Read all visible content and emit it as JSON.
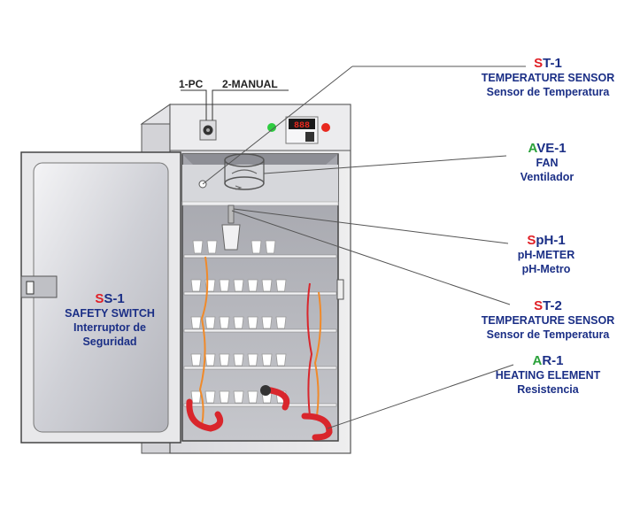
{
  "switch_modes": {
    "pc": "1-PC",
    "manual": "2-MANUAL"
  },
  "display_value": "888",
  "labels": [
    {
      "id": "st1",
      "code_first": "S",
      "code_rest": "T-1",
      "first_color": "red",
      "line1": "TEMPERATURE SENSOR",
      "line2": "Sensor de Temperatura"
    },
    {
      "id": "ave1",
      "code_first": "A",
      "code_rest": "VE-1",
      "first_color": "green",
      "line1": "FAN",
      "line2": "Ventilador"
    },
    {
      "id": "sph1",
      "code_first": "S",
      "code_rest": "pH-1",
      "first_color": "red",
      "line1": "pH-METER",
      "line2": "pH-Metro"
    },
    {
      "id": "st2",
      "code_first": "S",
      "code_rest": "T-2",
      "first_color": "red",
      "line1": "TEMPERATURE SENSOR",
      "line2": "Sensor de Temperatura"
    },
    {
      "id": "ar1",
      "code_first": "A",
      "code_rest": "R-1",
      "first_color": "green",
      "line1": "HEATING ELEMENT",
      "line2": "Resistencia"
    },
    {
      "id": "ss1",
      "code_first": "S",
      "code_rest": "S-1",
      "first_color": "red",
      "line1": "SAFETY SWITCH",
      "line2": "Interruptor de",
      "line3": "Seguridad"
    }
  ],
  "colors": {
    "label_blue": "#1b2f86",
    "code_red": "#e01f26",
    "code_green": "#2aa13a",
    "heater_red": "#d9262c",
    "wire_orange": "#f08a2a",
    "led_green": "#2ecc40",
    "led_red": "#e8281e"
  }
}
